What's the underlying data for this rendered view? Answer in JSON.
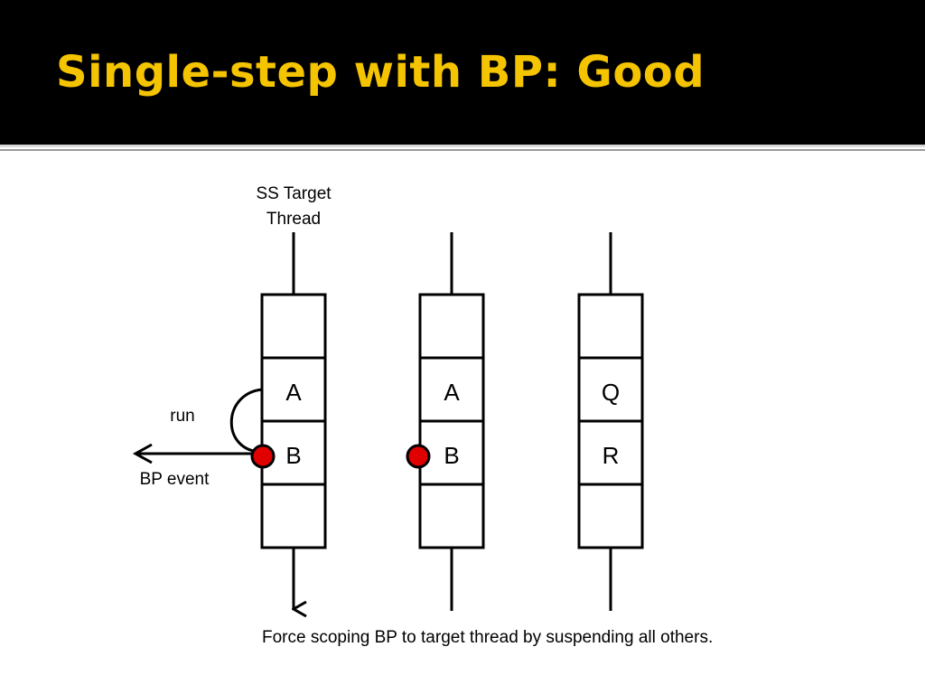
{
  "slide": {
    "title": "Single-step with BP: Good"
  },
  "diagram": {
    "target_label_line1": "SS Target",
    "target_label_line2": "Thread",
    "run_label": "run",
    "bp_event_label": "BP event",
    "caption": "Force scoping BP to target thread by suspending all others.",
    "threads": [
      {
        "cells": [
          "",
          "A",
          "B",
          ""
        ]
      },
      {
        "cells": [
          "",
          "A",
          "B",
          ""
        ]
      },
      {
        "cells": [
          "",
          "Q",
          "R",
          ""
        ]
      }
    ],
    "breakpoint_color": "#e00000"
  },
  "colors": {
    "title": "#f5c400",
    "title_background": "#000000"
  }
}
